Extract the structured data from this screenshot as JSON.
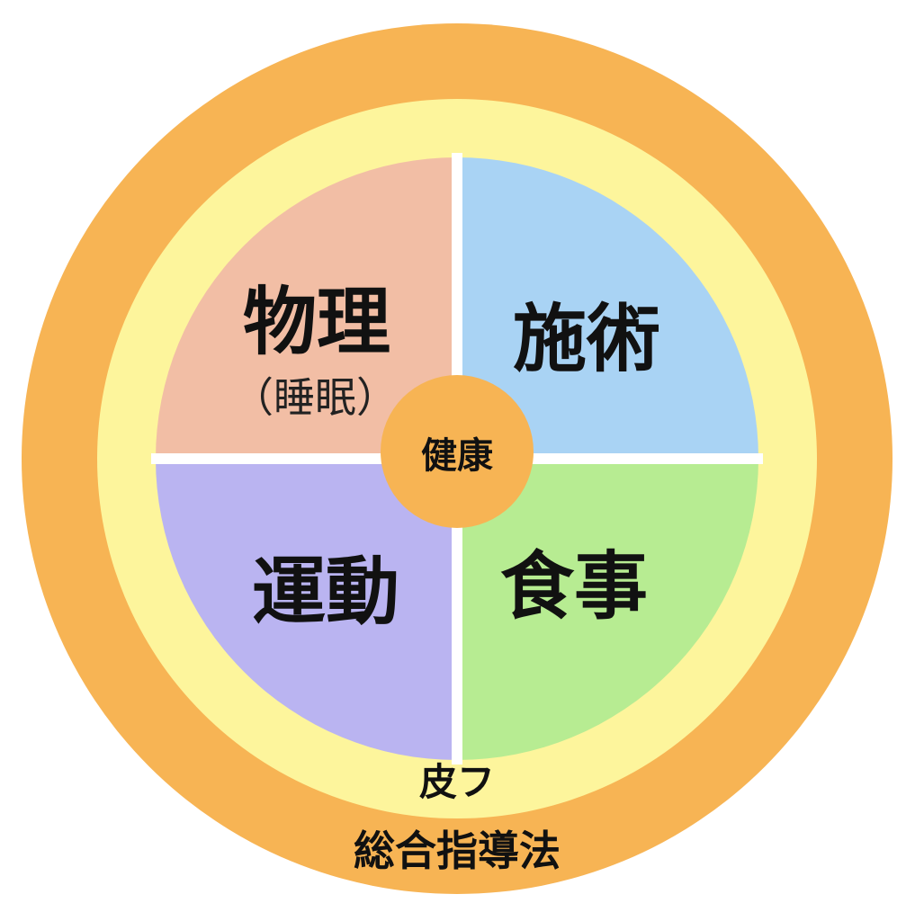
{
  "colors": {
    "outer_ring": "#f7b454",
    "inner_ring": "#fdf59c",
    "physics_quadrant": "#f2bea5",
    "treatment_quadrant": "#a9d3f4",
    "exercise_quadrant": "#bab4f1",
    "diet_quadrant": "#b7ec92",
    "center_circle": "#f7b454",
    "divider": "#ffffff"
  },
  "quadrants": {
    "top_left": {
      "title": "物理",
      "subtitle": "（睡眠）"
    },
    "top_right": {
      "title": "施術"
    },
    "bottom_left": {
      "title": "運動"
    },
    "bottom_right": {
      "title": "食事"
    }
  },
  "center": {
    "label": "健康"
  },
  "inner_ring": {
    "label": "皮フ"
  },
  "outer_ring": {
    "label": "総合指導法"
  }
}
